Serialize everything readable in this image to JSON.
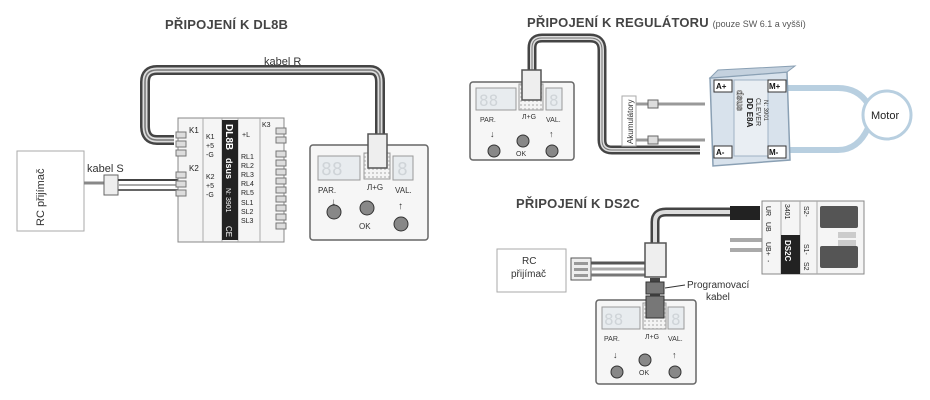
{
  "titles": {
    "dl8b": "PŘIPOJENÍ K DL8B",
    "regulator": "PŘIPOJENÍ K REGULÁTORU",
    "regulator_note": "(pouze SW 6.1 a vyšší)",
    "ds2c": "PŘIPOJENÍ K DS2C"
  },
  "dl8b_section": {
    "cable_r": "kabel R",
    "cable_s": "kabel S",
    "rc_receiver": "RC přijímač",
    "module": {
      "k1": "K1",
      "k1_pins": [
        "K1",
        "+5",
        "-G"
      ],
      "k2": "K2",
      "k2_pins": [
        "K2",
        "+5",
        "-G"
      ],
      "k3": "K3",
      "outputs": [
        "+L",
        "RL1",
        "RL2",
        "RL3",
        "RL4",
        "RL5",
        "SL1",
        "SL2",
        "SL3"
      ],
      "brand": "DL8B",
      "logo": "dsus",
      "serial": "N: 3901",
      "ce": "CE"
    }
  },
  "programmer": {
    "digits": "88",
    "digit_right": "8",
    "par": "PAR.",
    "val": "VAL.",
    "pulse": "Л+G",
    "ok": "OK",
    "arrow_down": "↓",
    "arrow_up": "↑"
  },
  "regulator_section": {
    "battery": "Akumulátory",
    "motor": "Motor",
    "regulator_box": {
      "a_plus": "A+",
      "m_plus": "M+",
      "a_minus": "A-",
      "m_minus": "M-",
      "logo": "dsus",
      "model": "DD E8A",
      "series": "CLEVER",
      "serial": "N: 3901"
    }
  },
  "ds2c_section": {
    "rc_receiver_line1": "RC",
    "rc_receiver_line2": "přijímač",
    "prog_cable_line1": "Programovací",
    "prog_cable_line2": "kabel",
    "module": {
      "top_pins": [
        "UR",
        "UB",
        "3401",
        "S2-"
      ],
      "top_pins2": [
        "-",
        "+",
        "",
        "-"
      ],
      "bottom_pins": [
        "UB+",
        "-",
        "S1-",
        "S2"
      ],
      "brand": "DS2C"
    }
  },
  "colors": {
    "cable_dark": "#444444",
    "cable_light": "#bbbbbb",
    "connector": "#eeeeee",
    "led": "#e8ecef",
    "motor_line": "#b8cfe0"
  }
}
